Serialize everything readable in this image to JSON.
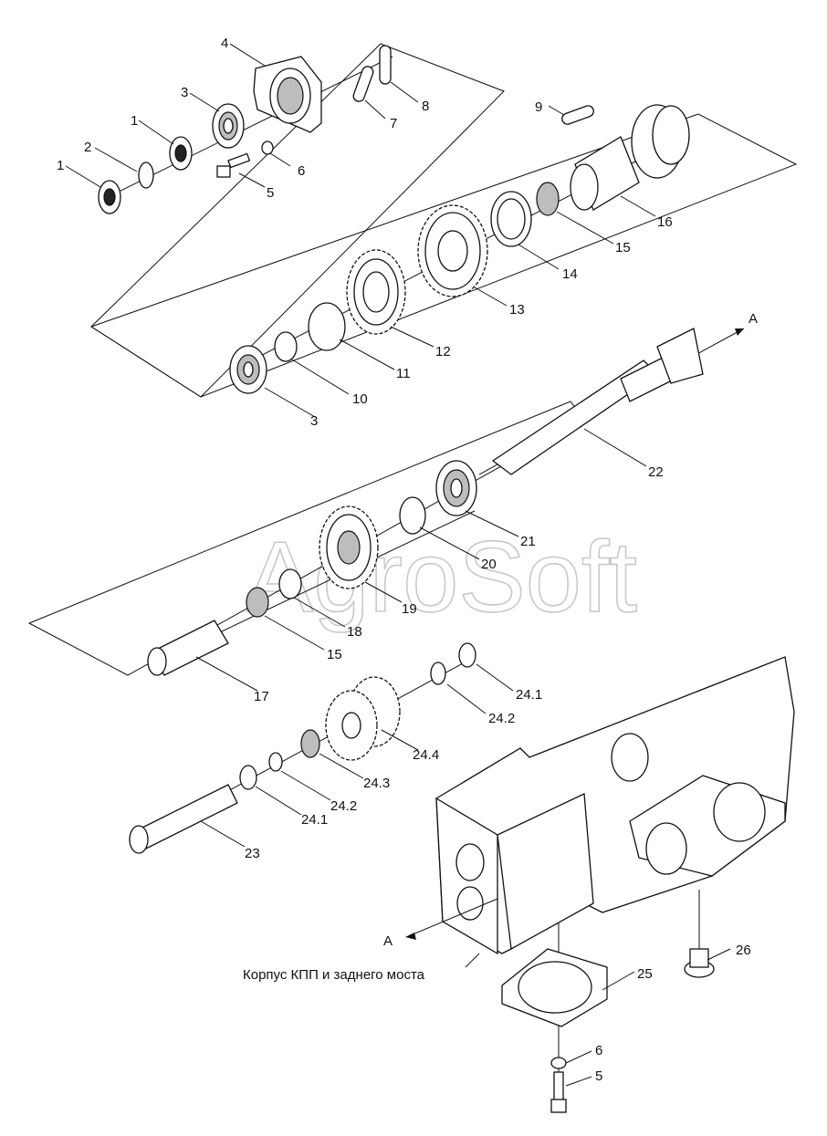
{
  "watermark": "AgroSoft",
  "caption": "Корпус КПП и заднего моста",
  "arrow_label": "A",
  "labels": {
    "l1a": "1",
    "l1b": "1",
    "l2": "2",
    "l3a": "3",
    "l3b": "3",
    "l4": "4",
    "l5a": "5",
    "l5b": "5",
    "l6a": "6",
    "l6b": "6",
    "l7": "7",
    "l8": "8",
    "l9": "9",
    "l10": "10",
    "l11": "11",
    "l12": "12",
    "l13": "13",
    "l14": "14",
    "l15a": "15",
    "l15b": "15",
    "l16": "16",
    "l17": "17",
    "l18": "18",
    "l19": "19",
    "l20": "20",
    "l21": "21",
    "l22": "22",
    "l23": "23",
    "l24_1a": "24.1",
    "l24_1b": "24.1",
    "l24_2a": "24.2",
    "l24_2b": "24.2",
    "l24_3": "24.3",
    "l24_4": "24.4",
    "l25": "25",
    "l26": "26"
  }
}
